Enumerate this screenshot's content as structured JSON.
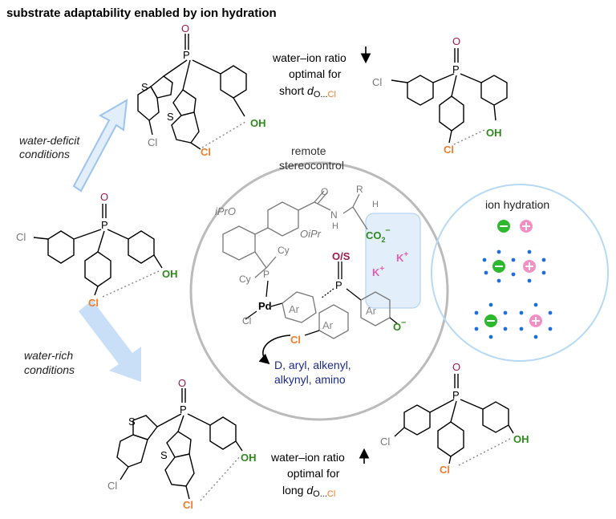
{
  "title": "substrate adaptability enabled by ion hydration",
  "conditions": {
    "deficit_line1": "water-deficit",
    "deficit_line2": "conditions",
    "rich_line1": "water-rich",
    "rich_line2": "conditions"
  },
  "ratio_top": {
    "line1": "water–ion ratio",
    "line2": "optimal for",
    "line3_prefix": "short ",
    "d": "d",
    "sub_o": "O",
    "dots": "...",
    "sub_cl": "Cl"
  },
  "ratio_bottom": {
    "line1": "water–ion ratio",
    "line2": "optimal for",
    "line3_prefix": "long ",
    "d": "d",
    "sub_o": "O",
    "dots": "...",
    "sub_cl": "Cl"
  },
  "atoms": {
    "O": "O",
    "P": "P",
    "S": "S",
    "Cl": "Cl",
    "OH": "OH",
    "O_S": "O/S",
    "K": "K",
    "plus": "+",
    "minus": "–",
    "Pd": "Pd",
    "Cy": "Cy",
    "Ar": "Ar",
    "N": "N",
    "H": "H",
    "R": "R",
    "CO2": "CO",
    "two": "2",
    "iPrO": "iPrO",
    "OiPr": "OiPr"
  },
  "center": {
    "line1": "remote",
    "line2": "stereocontrol",
    "products_line1": "D, aryl, alkenyl,",
    "products_line2": "alkynyl, amino"
  },
  "hydration": {
    "label": "ion hydration"
  },
  "colors": {
    "oxygen": "#9b1b4f",
    "chlorine": "#f07d2a",
    "hydroxyl": "#2f8a1e",
    "potassium": "#e060b0",
    "products": "#1c2a8c",
    "water": "#1e6fd9",
    "anion": "#2db82d",
    "cation": "#f48fc3",
    "arrow_fill": "#c8dff7"
  }
}
